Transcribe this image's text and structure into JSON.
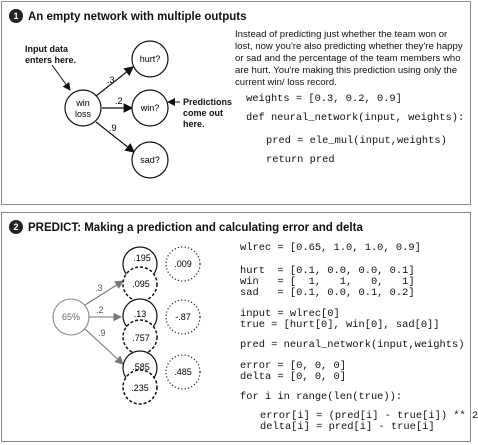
{
  "panel1": {
    "number": "1",
    "title": "An empty network with multiple outputs",
    "input_note": [
      "Input data",
      "enters here."
    ],
    "pred_note": [
      "Predictions",
      "come out",
      "here."
    ],
    "input_node": [
      "win",
      "loss"
    ],
    "outputs": [
      "hurt?",
      "win?",
      "sad?"
    ],
    "weights": [
      ".3",
      ".2",
      ".9"
    ],
    "description": "Instead of predicting just whether the team won or lost, now you're also predicting whether they're happy or sad and the percentage of the team members who are hurt. You're making this prediction using only the current win/ loss record.",
    "code": [
      "weights = [0.3, 0.2, 0.9]",
      "def neural_network(input, weights):",
      "pred = ele_mul(input,weights)",
      "return pred"
    ]
  },
  "panel2": {
    "number": "2",
    "title": "PREDICT: Making a prediction and calculating error and delta",
    "input_value": "65%",
    "weights": [
      ".3",
      ".2",
      ".9"
    ],
    "targets": [
      ".195",
      ".13",
      ".585"
    ],
    "preds": [
      ".095",
      ".757",
      ".235"
    ],
    "deltas": [
      ".009",
      "-.87",
      ".485"
    ],
    "code": [
      "wlrec = [0.65, 1.0, 1.0, 0.9]",
      "hurt  = [0.1, 0.0, 0.0, 0.1]",
      "win   = [  1,   1,   0,   1]",
      "sad   = [0.1, 0.0, 0.1, 0.2]",
      "input = wlrec[0]",
      "true = [hurt[0], win[0], sad[0]]",
      "pred = neural_network(input,weights)",
      "error = [0, 0, 0]",
      "delta = [0, 0, 0]",
      "for i in range(len(true)):",
      "error[i] = (pred[i] - true[i]) ** 2",
      "delta[i] = pred[i] - true[i]"
    ]
  }
}
